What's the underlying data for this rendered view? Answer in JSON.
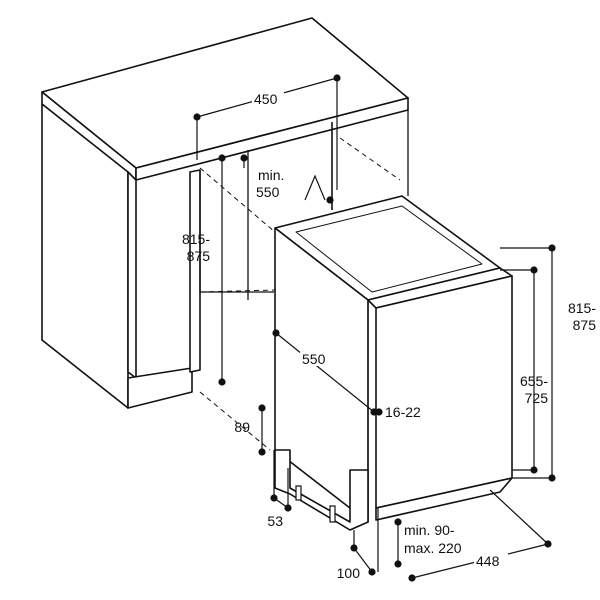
{
  "dimensions": {
    "cabinet_width": "450",
    "cabinet_depth_min": "min.",
    "cabinet_depth_value": "550",
    "cabinet_height_a": "815-",
    "cabinet_height_b": "875",
    "appliance_depth": "550",
    "door_offset": "16-22",
    "plinth_height": "89",
    "foot_offset": "53",
    "plinth_recess": "100",
    "door_gap_min": "min. 90-",
    "door_gap_max": "max. 220",
    "appliance_width": "448",
    "total_height_a": "815-",
    "total_height_b": "875",
    "door_height_a": "655-",
    "door_height_b": "725"
  },
  "colors": {
    "line": "#111111",
    "fill": "#ffffff",
    "dim": "#111111"
  }
}
